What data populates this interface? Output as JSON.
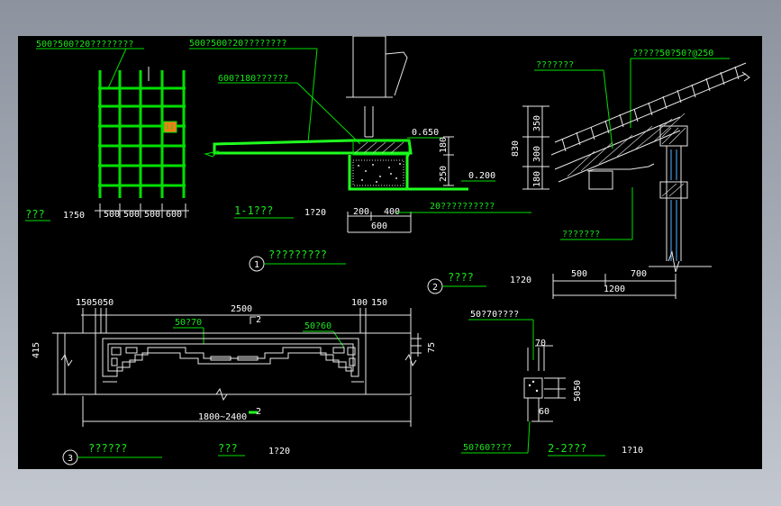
{
  "colors": {
    "background": "#000000",
    "green": "#00e000",
    "white": "#e8e8e8",
    "frame": "#a9afb9"
  },
  "upper_left": {
    "grid_note": "500?500?20????????",
    "title": "???",
    "scale": "1?50",
    "dims": [
      "500",
      "500",
      "500",
      "600"
    ]
  },
  "section_1_1": {
    "note_top": "500?500?20????????",
    "note_beam": "600?180??????",
    "elev_top": "0.650",
    "elev_bottom": "0.200",
    "dim_180": "180",
    "dim_250": "250",
    "dim_200": "200",
    "dim_400": "400",
    "dim_600": "600",
    "note_gravel": "20??????????",
    "title": "1-1???",
    "scale": "1?20"
  },
  "detail_1": {
    "number": "1",
    "title": "?????????"
  },
  "roof_section": {
    "note_top": "?????50?50?@250",
    "note_left_top": "???????",
    "note_left_bottom": "???????",
    "dim_350": "350",
    "dim_300": "300",
    "dim_180": "180",
    "dim_830": "830",
    "dim_500": "500",
    "dim_700": "700",
    "dim_1200": "1200",
    "number": "2",
    "title": "????",
    "scale": "1?20"
  },
  "detail_3": {
    "dims_left": "1505050",
    "dim_total": "2500",
    "dims_right_100": "100",
    "dims_right_150": "150",
    "note_50_70": "50?70",
    "note_50_60": "50?60",
    "section_mark": "2",
    "section_mark_bottom": "2",
    "dim_415": "415",
    "dim_75": "75",
    "dim_span": "1800~2400",
    "number": "3",
    "title": "??????",
    "title2": "???",
    "scale": "1?20"
  },
  "section_2_2": {
    "note_top": "50?70????",
    "dim_70": "70",
    "dim_50": "50",
    "dim_50b": "50",
    "dim_60": "60",
    "note_bottom": "50?60????",
    "title": "2-2???",
    "scale": "1?10"
  }
}
